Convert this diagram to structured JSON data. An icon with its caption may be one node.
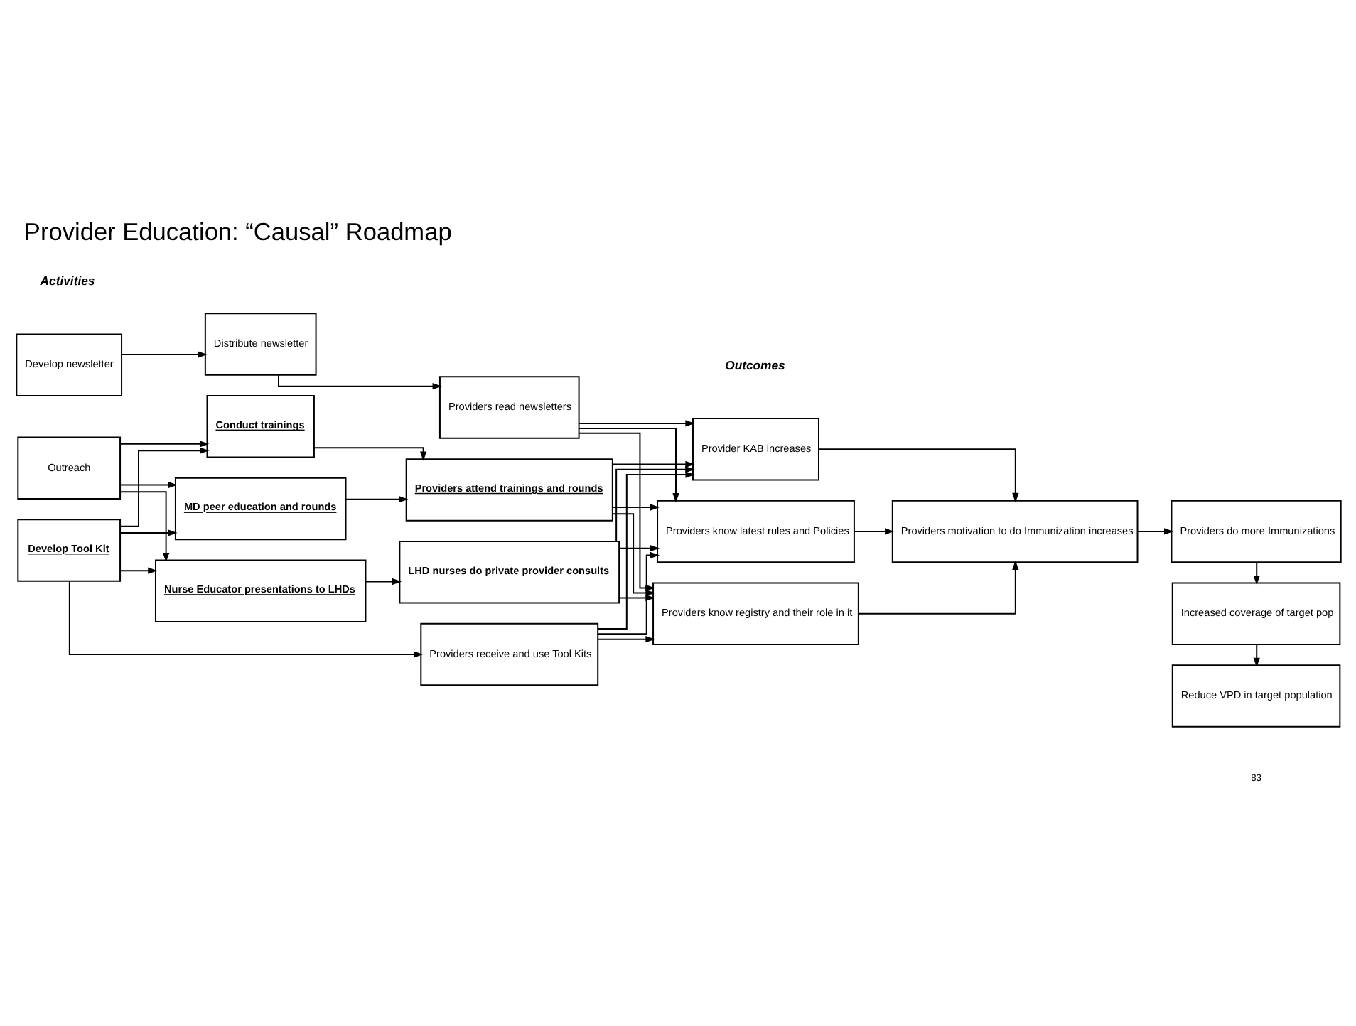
{
  "diagram": {
    "title": "Provider Education: “Causal” Roadmap",
    "nodes": [
      {
        "text": [
          "Develop newsletter"
        ]
      },
      {
        "text": [
          "Distribute newsletter"
        ]
      },
      {
        "text": [
          "Providers read newsletters"
        ]
      },
      {
        "text": [
          "Outreach"
        ]
      },
      {
        "text": [
          "Conduct trainings"
        ]
      },
      {
        "text": [
          "MD peer education and rounds"
        ]
      },
      {
        "text": [
          "Develop Tool Kit"
        ]
      },
      {
        "text": [
          "Nurse Educator presentations to LHDs"
        ]
      },
      {
        "text": [
          "Providers attend trainings and rounds"
        ]
      },
      {
        "text": [
          "LHD nurses do private provider consults"
        ]
      },
      {
        "text": [
          "Providers receive and use Tool Kits"
        ]
      },
      {
        "text": [
          "Provider KAB increases"
        ]
      },
      {
        "text": [
          "Providers know latest rules and Policies"
        ]
      },
      {
        "text": [
          "Providers know registry and their role in it"
        ]
      },
      {
        "text": [
          "Providers motivation to do Immunization increases"
        ]
      },
      {
        "text": [
          "Providers do more Immunizations"
        ]
      },
      {
        "text": [
          "Increased coverage of target pop"
        ]
      },
      {
        "text": [
          "Reduce VPD in target population"
        ]
      }
    ],
    "edges": [
      {
        "from": 0,
        "to": 1,
        "arrow": "to"
      },
      {
        "from": 1,
        "to": 2,
        "arrow": "to"
      },
      {
        "from": 3,
        "to": 4,
        "arrow": "to"
      },
      {
        "from": 3,
        "to": 5,
        "arrow": "to"
      },
      {
        "from": 3,
        "to": 7,
        "arrow": "to"
      },
      {
        "from": 6,
        "to": 4,
        "arrow": "to"
      },
      {
        "from": 6,
        "to": 5,
        "arrow": "to"
      },
      {
        "from": 6,
        "to": 7,
        "arrow": "to"
      },
      {
        "from": 6,
        "to": 10,
        "arrow": "to"
      },
      {
        "from": 4,
        "to": 8,
        "arrow": "to"
      },
      {
        "from": 5,
        "to": 8,
        "arrow": "to"
      },
      {
        "from": 7,
        "to": 9,
        "arrow": "to"
      },
      {
        "from": 2,
        "to": 11,
        "arrow": "to"
      },
      {
        "from": 2,
        "to": 12,
        "arrow": "to"
      },
      {
        "from": 2,
        "to": 13,
        "arrow": "to"
      },
      {
        "from": 8,
        "to": 11,
        "arrow": "to"
      },
      {
        "from": 8,
        "to": 12,
        "arrow": "to"
      },
      {
        "from": 8,
        "to": 13,
        "arrow": "to"
      },
      {
        "from": 9,
        "to": 11,
        "arrow": "to"
      },
      {
        "from": 9,
        "to": 12,
        "arrow": "to"
      },
      {
        "from": 9,
        "to": 13,
        "arrow": "to"
      },
      {
        "from": 10,
        "to": 11,
        "arrow": "to"
      },
      {
        "from": 10,
        "to": 12,
        "arrow": "to"
      },
      {
        "from": 10,
        "to": 13,
        "arrow": "to"
      },
      {
        "from": 11,
        "to": 14,
        "arrow": "to"
      },
      {
        "from": 12,
        "to": 14,
        "arrow": "to"
      },
      {
        "from": 13,
        "to": 14,
        "arrow": "to"
      },
      {
        "from": 14,
        "to": 15,
        "arrow": "to"
      },
      {
        "from": 15,
        "to": 16,
        "arrow": "to"
      },
      {
        "from": 16,
        "to": 17,
        "arrow": "to"
      }
    ],
    "labels": [
      "Activities",
      "Outcomes",
      "83"
    ]
  }
}
